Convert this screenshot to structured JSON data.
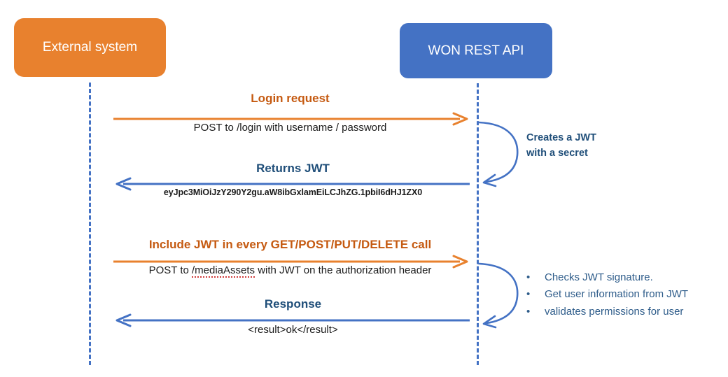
{
  "diagram": {
    "title": "JWT authentication sequence",
    "colors": {
      "external_fill": "#E8812E",
      "api_fill": "#4472C4",
      "orange_accent": "#C55A11",
      "blue_accent": "#1F4E79",
      "lifeline": "#4472C4",
      "note_blue": "#2E5C8A"
    }
  },
  "participants": [
    {
      "id": "external",
      "label": "External system"
    },
    {
      "id": "api",
      "label": "WON REST API"
    }
  ],
  "messages": [
    {
      "id": "login-request",
      "title": "Login request",
      "subtitle": "POST to /login with username / password",
      "direction": "right",
      "color": "orange"
    },
    {
      "id": "returns-jwt",
      "title": "Returns JWT",
      "subtitle": "eyJpc3MiOiJzY290Y2gu.aW8ibGxlamEiLCJhZG.1pbiI6dHJ1ZX0",
      "direction": "left",
      "color": "blue"
    },
    {
      "id": "include-jwt",
      "title": "Include JWT in every GET/POST/PUT/DELETE call",
      "subtitle_pre": "POST to ",
      "subtitle_spell": "/mediaAssets",
      "subtitle_post": " with JWT on the authorization header",
      "direction": "right",
      "color": "orange"
    },
    {
      "id": "response",
      "title": "Response",
      "subtitle": "<result>ok</result>",
      "direction": "left",
      "color": "blue"
    }
  ],
  "self_calls": [
    {
      "id": "creates-jwt",
      "note_lines": [
        "Creates a JWT",
        "with a secret"
      ]
    },
    {
      "id": "verifies-jwt",
      "bullets": [
        "Checks JWT signature.",
        "Get user information from JWT",
        "validates permissions for user"
      ],
      "bullet_glyph": "•"
    }
  ]
}
